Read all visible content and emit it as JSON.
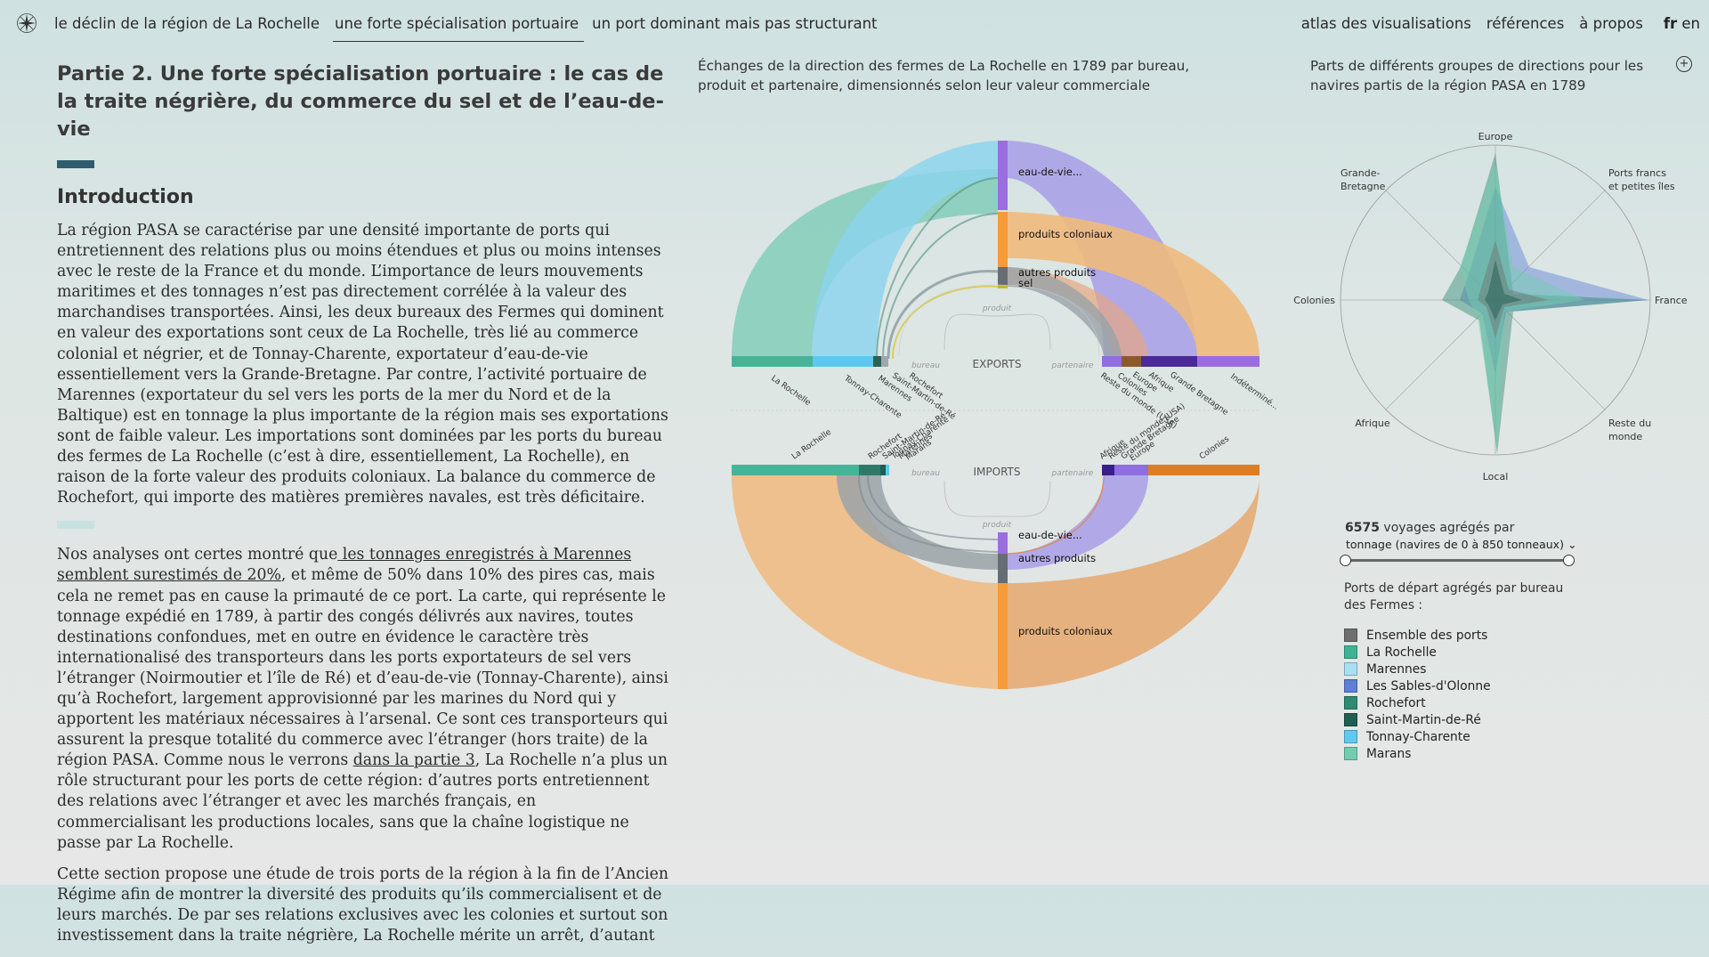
{
  "nav": {
    "items": [
      "le déclin de la région de La Rochelle",
      "une forte spécialisation portuaire",
      "un port dominant mais pas structurant"
    ],
    "active_index": 1,
    "right_items": [
      "atlas des visualisations",
      "références",
      "à propos"
    ],
    "lang_fr": "fr",
    "lang_en": "en"
  },
  "article": {
    "title": "Partie 2. Une forte spécialisation portuaire : le cas de la traite négrière, du commerce du sel et de l’eau-de-vie",
    "intro_heading": "Introduction",
    "p1": "La région PASA se caractérise par une densité importante de ports qui entretiennent des relations plus ou moins étendues et plus ou moins intenses avec le reste de la France et du monde. L’importance de leurs mouvements maritimes et des tonnages n’est pas directement corrélée à la valeur des marchandises transportées. Ainsi, les deux bureaux des Fermes qui dominent en valeur des exportations sont ceux de La Rochelle, très lié au commerce colonial et négrier, et de Tonnay-Charente, exportateur d’eau-de-vie essentiellement vers la Grande-Bretagne. Par contre, l’activité portuaire de Marennes (exportateur du sel vers les ports de la mer du Nord et de la Baltique) est en tonnage la plus importante de la région mais ses exportations sont de faible valeur. Les importations sont dominées par les ports du bureau des fermes de La Rochelle (c’est à dire, essentiellement, La Rochelle), en raison de la forte valeur des produits coloniaux. La balance du commerce de Rochefort, qui importe des matières premières navales, est très déficitaire.",
    "p2_start": "Nos analyses ont certes montré que",
    "p2_link1": " les tonnages enregistrés à Marennes semblent surestimés de 20%",
    "p2_mid": ", et même de 50% dans 10% des pires cas, mais cela ne remet pas en cause la primauté de ce port. La carte, qui représente le tonnage expédié en 1789, à partir des congés délivrés aux navires, toutes destinations confondues, met en outre en évidence le caractère très internationalisé des transporteurs dans les ports exportateurs de sel vers l’étranger (Noirmoutier et l’île de Ré) et d’eau-de-vie (Tonnay-Charente), ainsi qu’à Rochefort, largement approvisionné par les marines du Nord qui y apportent les matériaux nécessaires à l’arsenal. Ce sont ces transporteurs qui assurent la presque totalité du commerce avec l’étranger (hors traite) de la région PASA. Comme nous le verrons ",
    "p2_link2": "dans la partie 3",
    "p2_end": ", La Rochelle n’a plus un rôle structurant pour les ports de cette région: d’autres ports entretiennent des relations avec l’étranger et avec les marchés français, en commercialisant les productions locales, sans que la chaîne logistique ne passe par La Rochelle.",
    "p3": "Cette section propose une étude de trois ports de la région à la fin de l’Ancien Régime afin de montrer la diversité des produits qu’ils commercialisent et de leurs marchés. De par ses relations exclusives avec les colonies et surtout son investissement dans la traite négrière, La Rochelle mérite un arrêt, d’autant"
  },
  "center_chart": {
    "title": "Échanges de la direction des fermes de La Rochelle en 1789 par bureau, produit et partenaire, dimensionnés selon leur valeur commerciale",
    "exports_label": "EXPORTS",
    "imports_label": "IMPORTS",
    "axis_produit": "produit",
    "axis_bureau": "bureau",
    "axis_partenaire": "partenaire",
    "export_products": [
      "eau-de-vie...",
      "produits coloniaux",
      "autres produits",
      "sel"
    ],
    "import_products": [
      "eau-de-vie...",
      "autres produits",
      "produits coloniaux"
    ],
    "export_bureaux": [
      "La Rochelle",
      "Tonnay-Charente",
      "Marennes",
      "Saint-Martin-de-Ré",
      "Rochefort"
    ],
    "export_partners": [
      "Reste du monde (USA)",
      "Colonies",
      "Europe",
      "Afrique",
      "Grande Bretagne",
      "Indéterminé..."
    ],
    "import_bureaux": [
      "La Rochelle",
      "Rochefort",
      "Saint-Martin-de-Ré",
      "Tonnay-Charente",
      "Marennes",
      "Marans"
    ],
    "import_partners": [
      "Afrique",
      "Reste du monde (USA)",
      "Grande Bretagne",
      "Europe",
      "Colonies"
    ]
  },
  "radar": {
    "title": "Parts de différents groupes de directions pour les navires partis de la région PASA en 1789",
    "axes": [
      "Europe",
      "Ports francs et petites îles",
      "France",
      "Reste du monde",
      "Local",
      "Afrique",
      "Colonies",
      "Grande-Bretagne"
    ],
    "voyages_count": "6575",
    "voyages_label": " voyages agrégés par",
    "select_value": "tonnage (navires de 0 à 850 tonneaux)",
    "slider_min": 0,
    "slider_max": 850,
    "ports_label": "Ports de départ agrégés par bureau des Fermes :",
    "legend": [
      {
        "label": "Ensemble des ports",
        "color": "#6f6f6f"
      },
      {
        "label": "La Rochelle",
        "color": "#3fb394"
      },
      {
        "label": "Marennes",
        "color": "#a9dff2"
      },
      {
        "label": "Les Sables-d'Olonne",
        "color": "#5d7fd6"
      },
      {
        "label": "Rochefort",
        "color": "#2e8a70"
      },
      {
        "label": "Saint-Martin-de-Ré",
        "color": "#205e52"
      },
      {
        "label": "Tonnay-Charente",
        "color": "#5fcaf0"
      },
      {
        "label": "Marans",
        "color": "#72cdb0"
      }
    ]
  }
}
